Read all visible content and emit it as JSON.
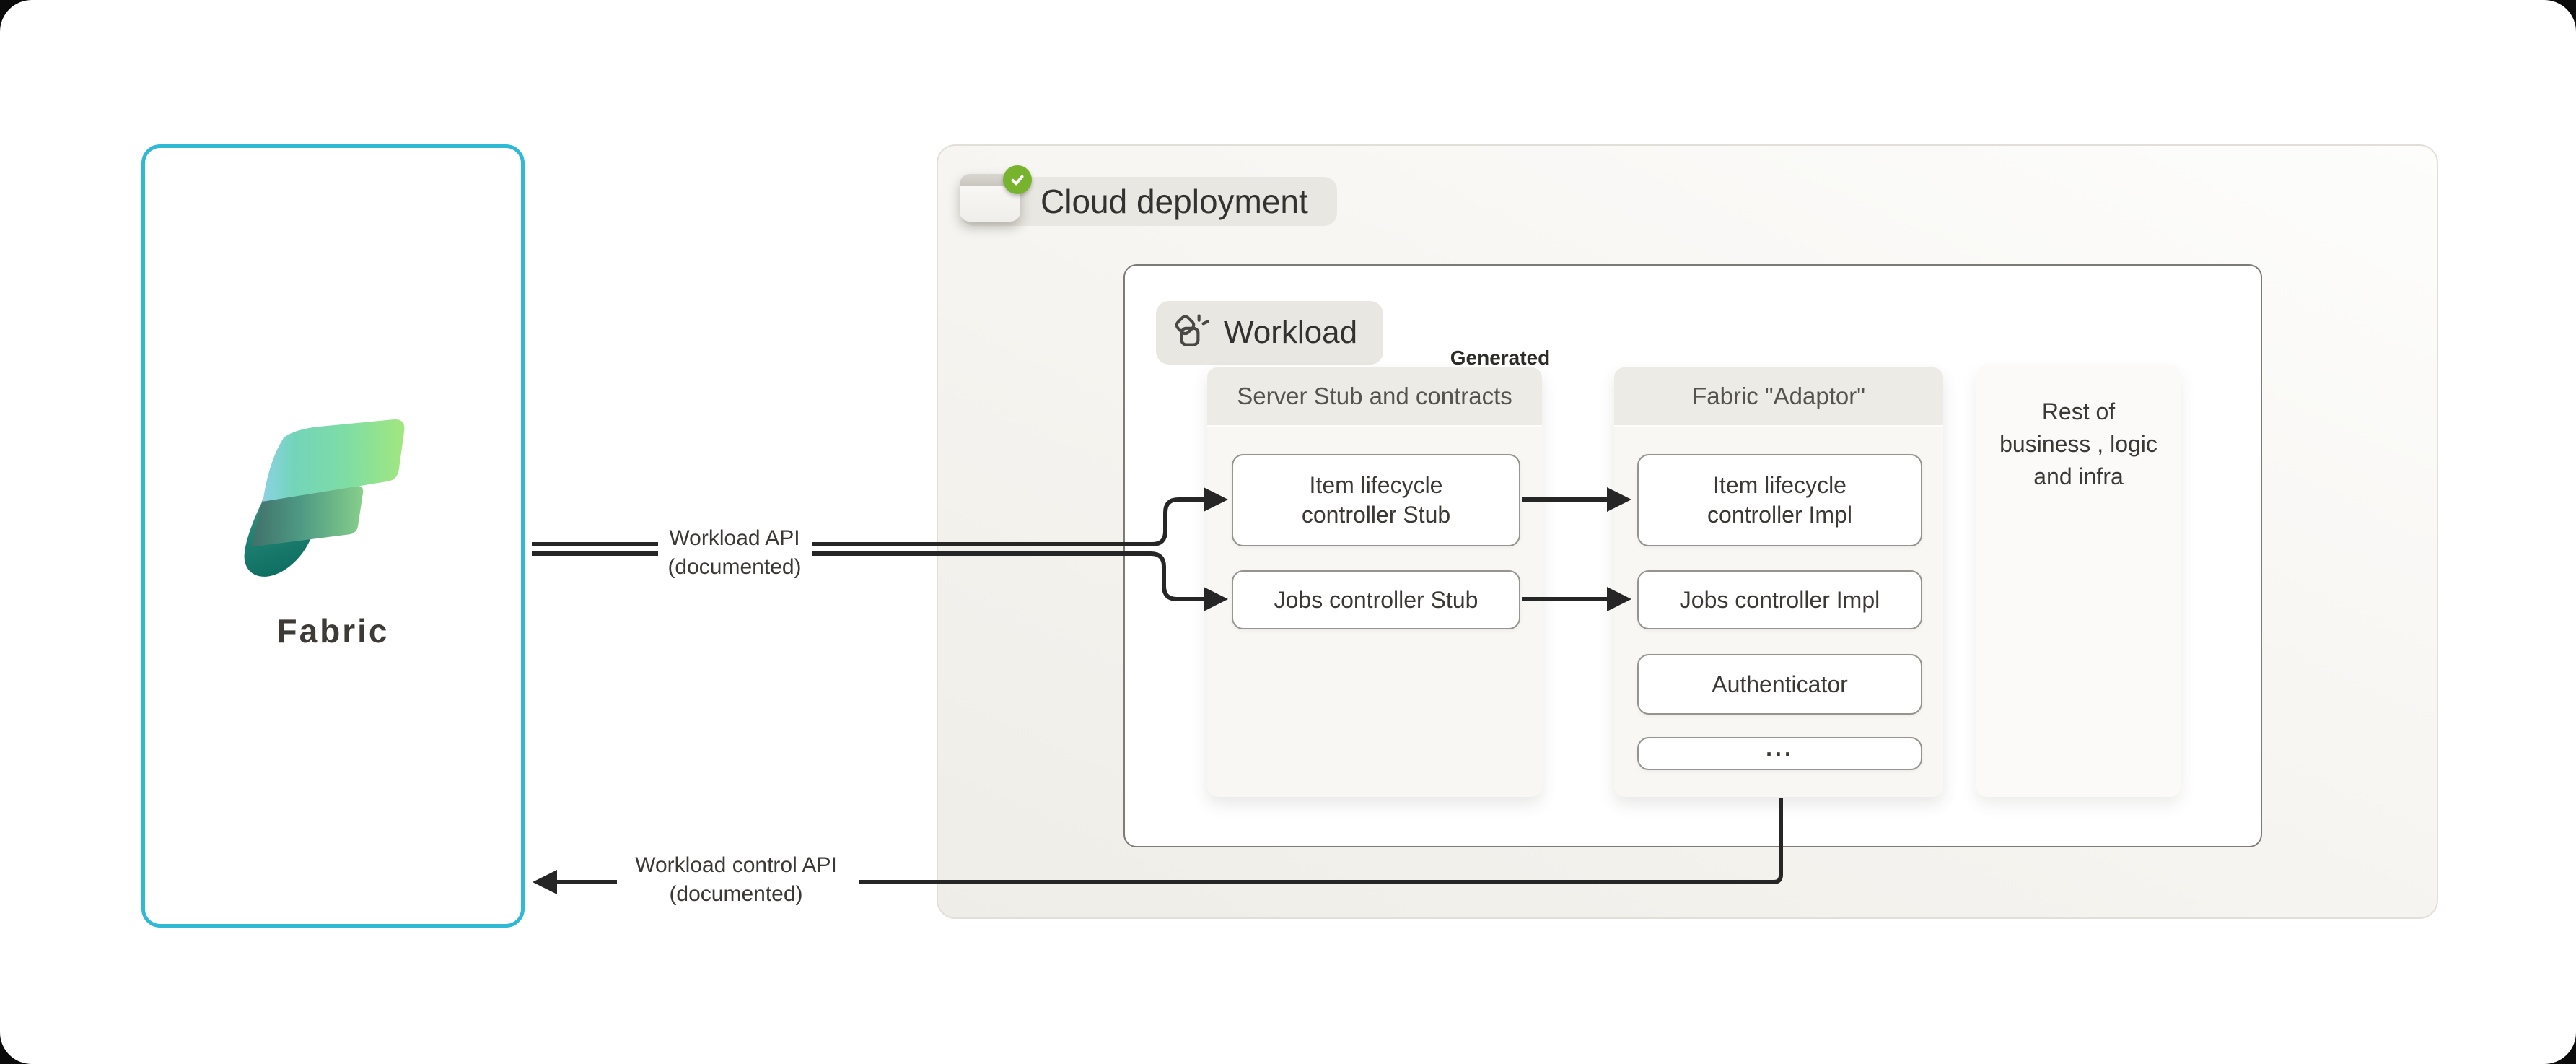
{
  "fabric_panel": {
    "label": "Fabric"
  },
  "cloud": {
    "label": "Cloud deployment",
    "toggle_state": "on"
  },
  "workload": {
    "label": "Workload",
    "generated_tag": "Generated"
  },
  "columns": {
    "server_stub": {
      "header": "Server Stub and contracts",
      "boxes": [
        "Item lifecycle controller Stub",
        "Jobs controller Stub"
      ]
    },
    "adaptor": {
      "header": "Fabric \"Adaptor\"",
      "boxes": [
        "Item lifecycle controller Impl",
        "Jobs controller Impl",
        "Authenticator",
        "..."
      ]
    },
    "rest": {
      "label": "Rest of business , logic and infra"
    }
  },
  "connections": {
    "workload_api": {
      "line1": "Workload API",
      "line2": "(documented)"
    },
    "workload_control_api": {
      "line1": "Workload control API",
      "line2": "(documented)"
    }
  },
  "colors": {
    "fabric_border": "#2fb9d4",
    "toggle_check_green": "#77b32d",
    "wire": "#262626",
    "pill_background": "#e9e7e1",
    "column_header": "#ecebe5",
    "column_body": "#f8f7f4"
  }
}
